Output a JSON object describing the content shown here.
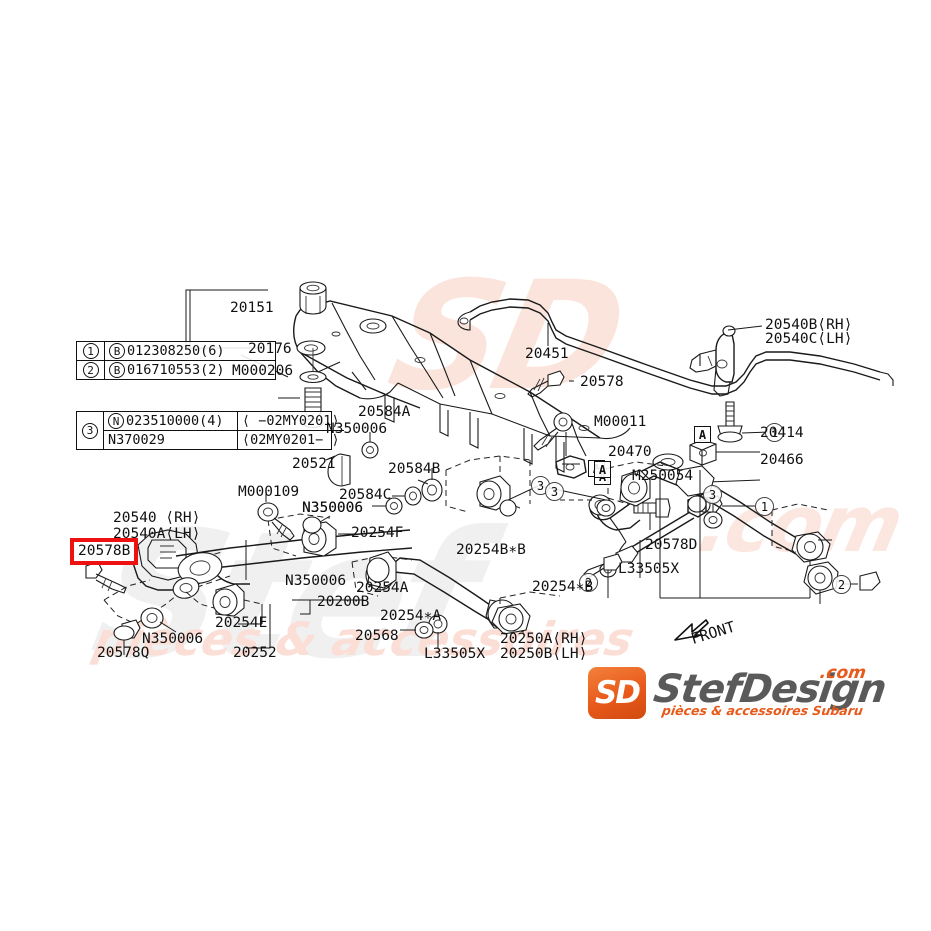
{
  "diagram": {
    "title": "Subaru Rear Suspension Exploded Parts Diagram",
    "front_arrow_label": "FRONT",
    "highlighted_part": "20578B",
    "highlight_color": "#ee1111"
  },
  "legend_top": {
    "rows": [
      {
        "index": "1",
        "prefix": "B",
        "code": "012308250(6)"
      },
      {
        "index": "2",
        "prefix": "B",
        "code": "016710553(2)"
      }
    ]
  },
  "legend_bottom": {
    "index": "3",
    "rows": [
      {
        "prefix": "N",
        "code": "023510000(4)",
        "range": "⟨    −02MY0201⟩"
      },
      {
        "prefix": "",
        "code": "N370029",
        "range": "⟨02MY0201−     ⟩"
      }
    ]
  },
  "callouts": [
    {
      "id": "c1",
      "text": "1"
    },
    {
      "id": "c2",
      "text": "1"
    },
    {
      "id": "c3",
      "text": "3"
    },
    {
      "id": "c4",
      "text": "3"
    },
    {
      "id": "c5",
      "text": "3"
    },
    {
      "id": "c6",
      "text": "2"
    },
    {
      "id": "c7",
      "text": "2"
    }
  ],
  "section_marks": [
    {
      "id": "a1",
      "text": "A"
    },
    {
      "id": "a2",
      "text": "A"
    },
    {
      "id": "a3",
      "text": "A"
    },
    {
      "id": "a4",
      "text": "A"
    }
  ],
  "part_labels": [
    {
      "id": "p20151",
      "text": "20151"
    },
    {
      "id": "p20176",
      "text": "20176"
    },
    {
      "id": "pM000206",
      "text": "M000206"
    },
    {
      "id": "p20451",
      "text": "20451"
    },
    {
      "id": "p20578",
      "text": "20578"
    },
    {
      "id": "pM00011",
      "text": "M00011"
    },
    {
      "id": "p20540B",
      "text": "20540B⟨RH⟩"
    },
    {
      "id": "p20540C",
      "text": "20540C⟨LH⟩"
    },
    {
      "id": "p20414",
      "text": "20414"
    },
    {
      "id": "p20466",
      "text": "20466"
    },
    {
      "id": "p20470",
      "text": "20470"
    },
    {
      "id": "pM250054",
      "text": "M250054"
    },
    {
      "id": "p20584A",
      "text": "20584A"
    },
    {
      "id": "pN350006a",
      "text": "N350006"
    },
    {
      "id": "p20521",
      "text": "20521"
    },
    {
      "id": "p20584B",
      "text": "20584B"
    },
    {
      "id": "p20584C",
      "text": "20584C"
    },
    {
      "id": "pN350006b",
      "text": "N350006"
    },
    {
      "id": "pM000109",
      "text": "M000109"
    },
    {
      "id": "pN350006c",
      "text": "N350006"
    },
    {
      "id": "p20254F",
      "text": "20254F"
    },
    {
      "id": "p20540RH",
      "text": "20540 ⟨RH⟩"
    },
    {
      "id": "p20540ALH",
      "text": "20540A⟨LH⟩"
    },
    {
      "id": "pN350006d",
      "text": "N350006"
    },
    {
      "id": "p20578Q",
      "text": "20578Q"
    },
    {
      "id": "p20254E",
      "text": "20254E"
    },
    {
      "id": "p20252",
      "text": "20252"
    },
    {
      "id": "pN350006e",
      "text": "N350006"
    },
    {
      "id": "p20254A",
      "text": "20254A"
    },
    {
      "id": "p20200B",
      "text": "20200B"
    },
    {
      "id": "p20254sA",
      "text": "20254∗A"
    },
    {
      "id": "p20568",
      "text": "20568"
    },
    {
      "id": "pL33505Xa",
      "text": "L33505X"
    },
    {
      "id": "p20254sBB",
      "text": "20254B∗B"
    },
    {
      "id": "p20254sB",
      "text": "20254∗B"
    },
    {
      "id": "p20250A",
      "text": "20250A⟨RH⟩"
    },
    {
      "id": "p20250B",
      "text": "20250B⟨LH⟩"
    },
    {
      "id": "p20578D",
      "text": "20578D"
    },
    {
      "id": "pL33505Xb",
      "text": "L33505X"
    }
  ],
  "watermarks": {
    "sd": "SD",
    "stef": "Stef",
    "com": ".com",
    "sub": "pièces & accessoires"
  },
  "logo": {
    "badge": "SD",
    "name": "StefDesign",
    "dotcom": ".com",
    "tagline": "pièces & accessoires Subaru"
  }
}
